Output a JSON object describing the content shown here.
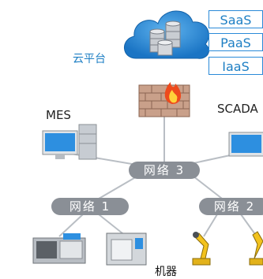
{
  "cloud": {
    "label": "云平台",
    "tiers": [
      "SaaS",
      "PaaS",
      "IaaS"
    ]
  },
  "systems": {
    "mes": "MES",
    "scada": "SCADA"
  },
  "networks": [
    "网络 3",
    "网络 1",
    "网络 2"
  ],
  "bottom": {
    "label": "机器"
  },
  "colors": {
    "cloud": "#1e88d6",
    "accent": "#1e7fc4",
    "network_pill": "#8a8f96",
    "line": "#b9bec4",
    "firewall": "#c79b82"
  },
  "icons": [
    "cloud-icon",
    "database-icon",
    "firewall-icon",
    "computer-icon",
    "cnc-machine-icon",
    "robot-arm-icon"
  ]
}
